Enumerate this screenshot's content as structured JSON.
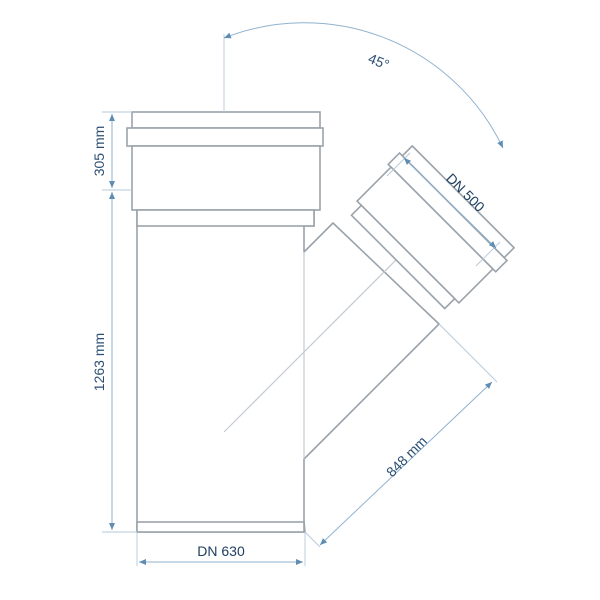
{
  "dimensions": {
    "angle": "45°",
    "branch_diameter": "DN 500",
    "socket_length": "305 mm",
    "body_length": "1263 mm",
    "branch_length": "848 mm",
    "main_diameter": "DN 630"
  },
  "colors": {
    "outline": "#9aa3ab",
    "dimension_line": "#8fb2cf",
    "label_text": "#2c4f73"
  }
}
